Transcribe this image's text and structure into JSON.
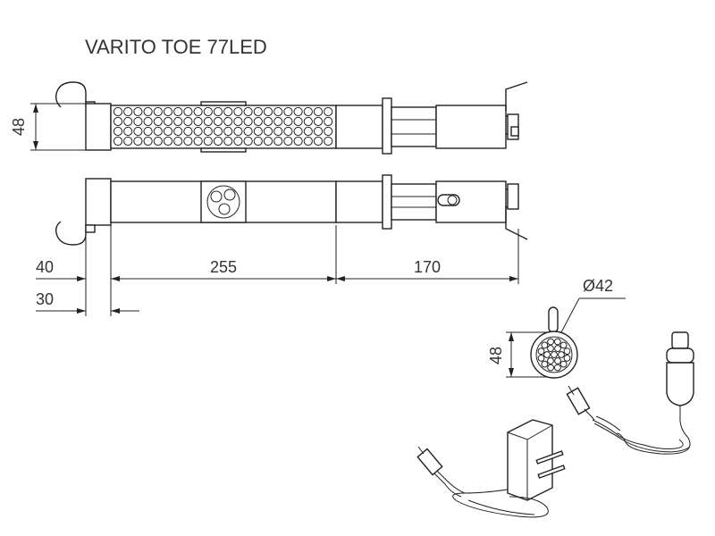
{
  "title": "VARITO TOE 77LED",
  "dimensions": {
    "height_main": "48",
    "len_a": "40",
    "len_b": "30",
    "len_c": "255",
    "len_d": "170",
    "diameter": "Ø42",
    "height_lamp": "48"
  },
  "colors": {
    "line": "#222222",
    "text": "#333333",
    "background": "#ffffff"
  }
}
